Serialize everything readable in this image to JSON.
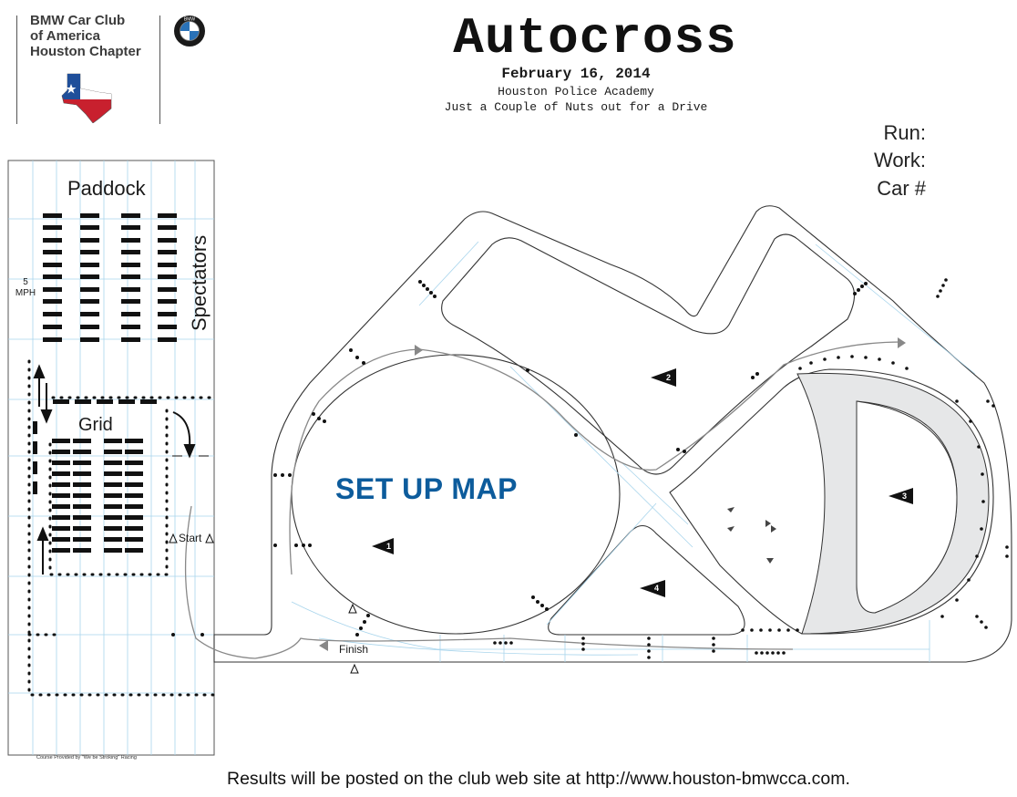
{
  "header": {
    "club_name_lines": [
      "BMW Car Club",
      "of America",
      "Houston Chapter"
    ],
    "bmw_badge_letters": "BMW",
    "title": "Autocross",
    "date": "February 16, 2014",
    "venue": "Houston Police Academy",
    "tagline": "Just a Couple of Nuts out for a Drive"
  },
  "form_fields": {
    "run_label": "Run:",
    "work_label": "Work:",
    "car_label": "Car #"
  },
  "map": {
    "setup_label": "SET UP MAP",
    "paddock_label": "Paddock",
    "spectators_label": "Spectators",
    "grid_label": "Grid",
    "speed_limit_number": "5",
    "speed_limit_unit": "MPH",
    "start_label": "Start",
    "finish_label": "Finish",
    "worker_stations": [
      "1",
      "2",
      "3",
      "4"
    ],
    "course_credit": "Course Provided by \"We be Stroking\" Racing"
  },
  "footer": {
    "note": "Results will be posted on the club web site at http://www.houston-bmwcca.com."
  },
  "colors": {
    "setup_label": "#0d5c9c",
    "grid_lines": "#a9d5ec",
    "shaded_area": "#e6e7e8",
    "texas_blue": "#1f4f9a",
    "texas_red": "#c8202e"
  },
  "icons": [
    "bmw-roundel-icon",
    "texas-flag-map-icon",
    "worker-station-flag-icon",
    "direction-arrow-icon",
    "cone-icon"
  ]
}
